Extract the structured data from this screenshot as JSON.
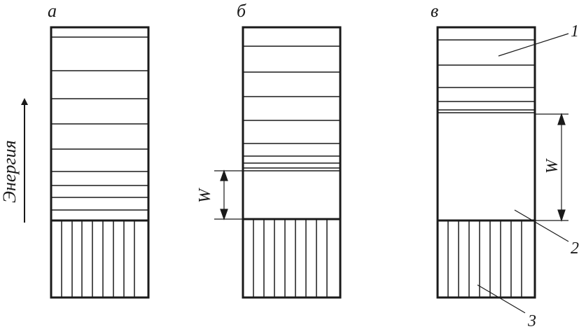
{
  "panels": [
    {
      "label": "а"
    },
    {
      "label": "б"
    },
    {
      "label": "в"
    }
  ],
  "axis_label": "Энергия",
  "gap_label": "W",
  "callouts": [
    "1",
    "2",
    "3"
  ],
  "colors": {
    "ink": "#1a1a1a",
    "background": "#ffffff"
  }
}
